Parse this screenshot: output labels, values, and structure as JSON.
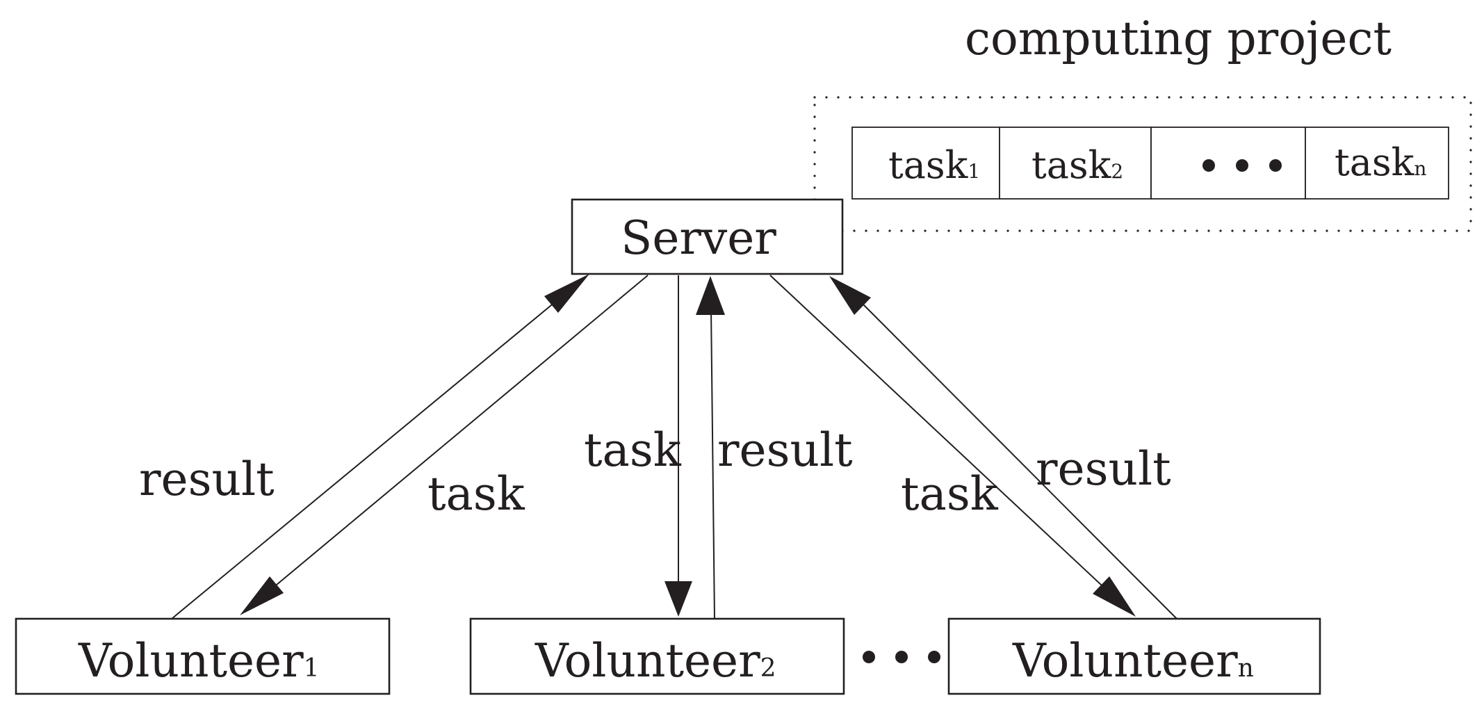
{
  "project": {
    "title": "computing project",
    "cells": [
      {
        "label": "task",
        "sub": "1"
      },
      {
        "label": "task",
        "sub": "2"
      },
      {
        "label": "",
        "sub": ""
      },
      {
        "label": "task",
        "sub": "n"
      }
    ]
  },
  "server": {
    "label": "Server"
  },
  "volunteers": [
    {
      "label": "Volunteer",
      "sub": "1"
    },
    {
      "label": "Volunteer",
      "sub": "2"
    },
    {
      "label": "Volunteer",
      "sub": "n"
    }
  ],
  "edge_labels": {
    "result": "result",
    "task": "task"
  },
  "colors": {
    "ink": "#231f20"
  }
}
